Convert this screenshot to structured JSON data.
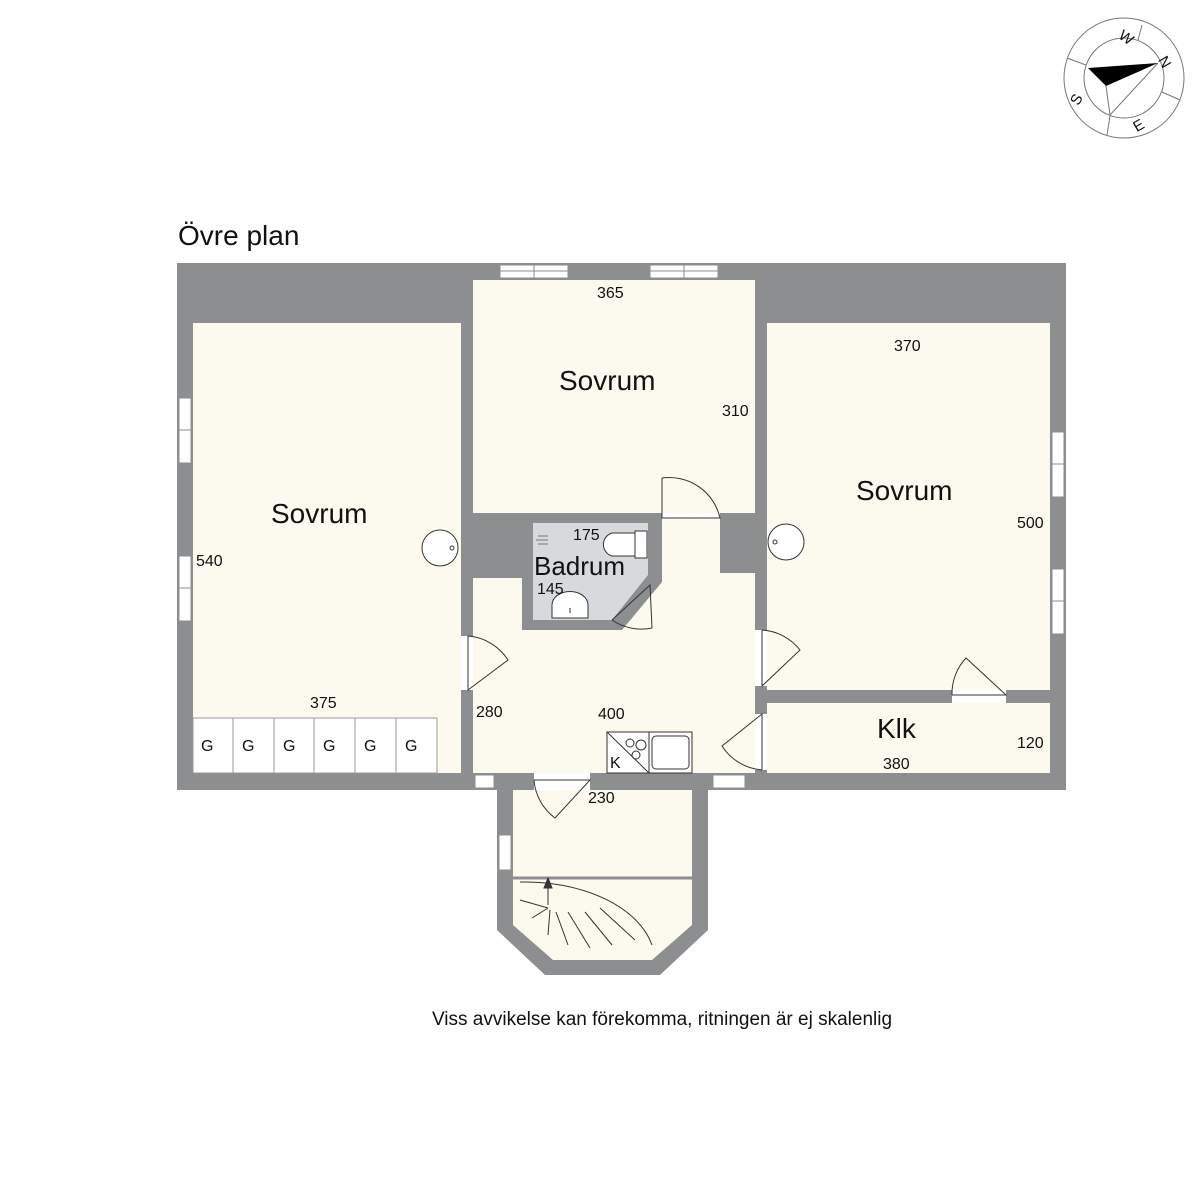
{
  "title": "Övre plan",
  "footer_note": "Viss avvikelse kan förekomma, ritningen är ej skalenlig",
  "compass": {
    "labels": [
      "W",
      "N",
      "S",
      "E"
    ]
  },
  "rooms": [
    {
      "name": "Sovrum",
      "dims": [
        "540",
        "375"
      ]
    },
    {
      "name": "Sovrum",
      "dims": [
        "365",
        "310"
      ]
    },
    {
      "name": "Sovrum",
      "dims": [
        "370",
        "500"
      ]
    },
    {
      "name": "Badrum",
      "dims": [
        "175",
        "145"
      ]
    },
    {
      "name": "Klk",
      "dims": [
        "120",
        "380"
      ]
    }
  ],
  "hall_dims": [
    "280",
    "400"
  ],
  "entry_dims": [
    "230"
  ],
  "kitchen_label": "K",
  "closet_label": "G",
  "closets": [
    "G",
    "G",
    "G",
    "G",
    "G",
    "G"
  ],
  "colors": {
    "wall": "#8d8e90",
    "floor": "#fcfaee",
    "bathroom": "#d7dadd"
  }
}
